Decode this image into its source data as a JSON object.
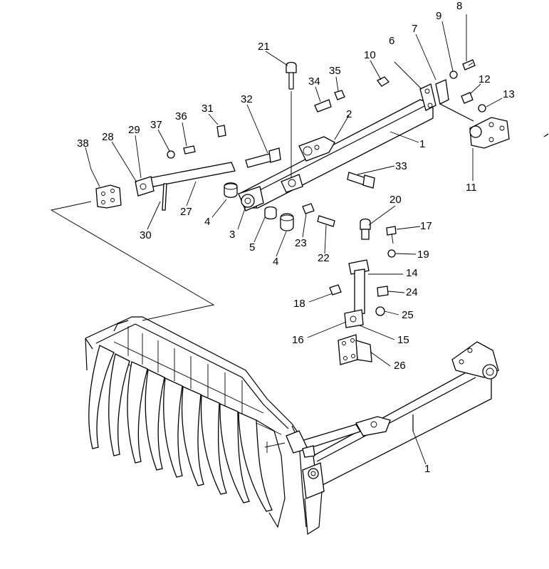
{
  "labels": [
    {
      "id": "l1a",
      "text": "1"
    },
    {
      "id": "l1b",
      "text": "1"
    },
    {
      "id": "l2",
      "text": "2"
    },
    {
      "id": "l3",
      "text": "3"
    },
    {
      "id": "l4a",
      "text": "4"
    },
    {
      "id": "l4b",
      "text": "4"
    },
    {
      "id": "l5",
      "text": "5"
    },
    {
      "id": "l6",
      "text": "6"
    },
    {
      "id": "l7",
      "text": "7"
    },
    {
      "id": "l8",
      "text": "8"
    },
    {
      "id": "l9",
      "text": "9"
    },
    {
      "id": "l10",
      "text": "10"
    },
    {
      "id": "l11",
      "text": "11"
    },
    {
      "id": "l12",
      "text": "12"
    },
    {
      "id": "l13",
      "text": "13"
    },
    {
      "id": "l14",
      "text": "14"
    },
    {
      "id": "l15",
      "text": "15"
    },
    {
      "id": "l16",
      "text": "16"
    },
    {
      "id": "l17",
      "text": "17"
    },
    {
      "id": "l18",
      "text": "18"
    },
    {
      "id": "l19",
      "text": "19"
    },
    {
      "id": "l20",
      "text": "20"
    },
    {
      "id": "l21",
      "text": "21"
    },
    {
      "id": "l22",
      "text": "22"
    },
    {
      "id": "l23",
      "text": "23"
    },
    {
      "id": "l24",
      "text": "24"
    },
    {
      "id": "l25",
      "text": "25"
    },
    {
      "id": "l26",
      "text": "26"
    },
    {
      "id": "l27",
      "text": "27"
    },
    {
      "id": "l28",
      "text": "28"
    },
    {
      "id": "l29",
      "text": "29"
    },
    {
      "id": "l30",
      "text": "30"
    },
    {
      "id": "l31",
      "text": "31"
    },
    {
      "id": "l32",
      "text": "32"
    },
    {
      "id": "l33",
      "text": "33"
    },
    {
      "id": "l34",
      "text": "34"
    },
    {
      "id": "l35",
      "text": "35"
    },
    {
      "id": "l36",
      "text": "36"
    },
    {
      "id": "l37",
      "text": "37"
    },
    {
      "id": "l38",
      "text": "38"
    }
  ]
}
